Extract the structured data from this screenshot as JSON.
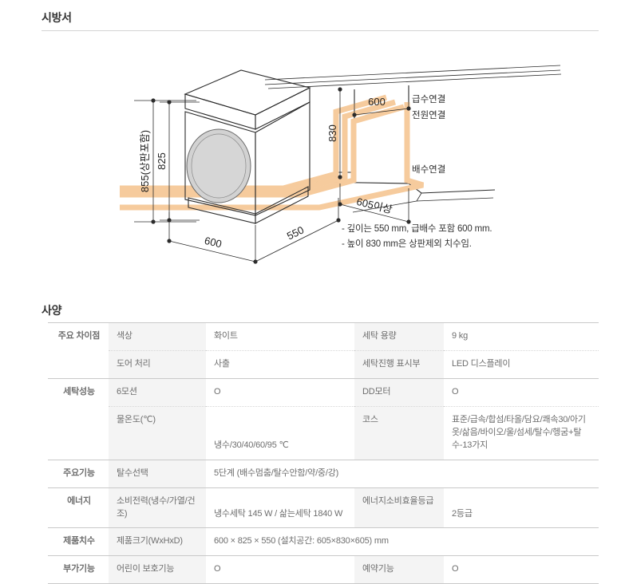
{
  "page": {
    "spec_heading": "시방서",
    "sayang_heading": "사양"
  },
  "diagram": {
    "dimensions": {
      "height_with_top": "855(상판포함)",
      "height_body": "825",
      "width_front": "600",
      "depth_side": "550",
      "niche_width": "600",
      "niche_height": "830",
      "niche_depth": "605이상"
    },
    "callouts": {
      "water_supply": "급수연결",
      "power": "전원연결",
      "drain": "배수연결"
    },
    "notes": [
      "- 깊이는 550 mm, 급배수 포함 600 mm.",
      "- 높이 830 mm은 상판제외 치수임."
    ],
    "colors": {
      "body_front": "#d9d9d9",
      "body_side": "#b4b4b4",
      "body_top": "#e3e3e3",
      "pipe": "#f6cb9d",
      "line": "#2b2b2b"
    }
  },
  "spec_table": {
    "rows": [
      {
        "category": "주요 차이점",
        "sub": "색상",
        "value": "화이트",
        "category2": "세탁 용량",
        "value2": "9 kg"
      },
      {
        "category": "",
        "sub": "도어 처리",
        "value": "사출",
        "category2": "세탁진행 표시부",
        "value2": "LED 디스플레이"
      },
      {
        "category": "세탁성능",
        "sub": "6모션",
        "value": "O",
        "category2": "DD모터",
        "value2": "O"
      },
      {
        "category": "",
        "sub": "물온도(℃)",
        "value": "냉수/30/40/60/95 ℃",
        "category2": "코스",
        "value2": "표준/급속/합섬/타올/담요/쾌속30/아기옷/삶음/바이오/울/섬세/탈수/헹굼+탈수-13가지"
      },
      {
        "category": "주요기능",
        "sub": "탈수선택",
        "value": "5단계 (배수멈춤/탈수안함/약/중/강)",
        "category2": "",
        "value2": ""
      },
      {
        "category": "에너지",
        "sub": "소비전력(냉수/가열/건조)",
        "value": "냉수세탁 145 W / 삶는세탁 1840 W",
        "category2": "에너지소비효율등급",
        "value2": "2등급"
      },
      {
        "category": "제품치수",
        "sub": "제품크기(WxHxD)",
        "value": "600 × 825 × 550 (설치공간: 605×830×605)  mm",
        "category2": "",
        "value2": "",
        "full_span": true
      },
      {
        "category": "부가기능",
        "sub": "어린이 보호기능",
        "value": "O",
        "category2": "예약기능",
        "value2": "O"
      }
    ]
  }
}
